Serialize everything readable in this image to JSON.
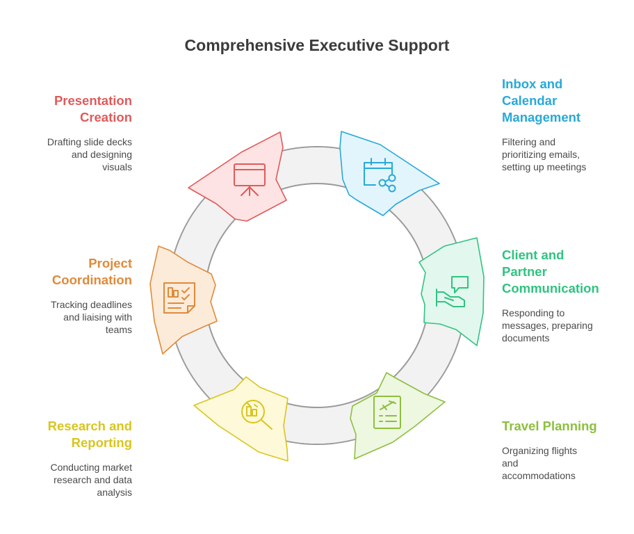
{
  "title": "Comprehensive Executive Support",
  "segments": [
    {
      "key": "presentation",
      "title": "Presentation\nCreation",
      "desc": "Drafting slide decks\nand designing\nvisuals",
      "color": "#e05a5a",
      "fill": "#fde3e3",
      "icon": "presentation-board-icon"
    },
    {
      "key": "inbox",
      "title": "Inbox and\nCalendar\nManagement",
      "desc": "Filtering and\nprioritizing emails,\nsetting up meetings",
      "color": "#27a9d8",
      "fill": "#e3f5fc",
      "icon": "calendar-share-icon"
    },
    {
      "key": "client",
      "title": "Client and\nPartner\nCommunication",
      "desc": "Responding to\nmessages, preparing\ndocuments",
      "color": "#2fc381",
      "fill": "#e2f8ee",
      "icon": "handshake-chat-icon"
    },
    {
      "key": "travel",
      "title": "Travel Planning",
      "desc": "Organizing flights\nand\naccommodations",
      "color": "#8cbf3f",
      "fill": "#eef7e0",
      "icon": "flight-ticket-icon"
    },
    {
      "key": "research",
      "title": "Research and\nReporting",
      "desc": "Conducting market\nresearch and data\nanalysis",
      "color": "#d9c51d",
      "fill": "#fdf9d9",
      "icon": "magnifier-chart-icon"
    },
    {
      "key": "project",
      "title": "Project\nCoordination",
      "desc": "Tracking deadlines\nand liaising with\nteams",
      "color": "#e08a3a",
      "fill": "#fdebd9",
      "icon": "checklist-icon"
    }
  ]
}
